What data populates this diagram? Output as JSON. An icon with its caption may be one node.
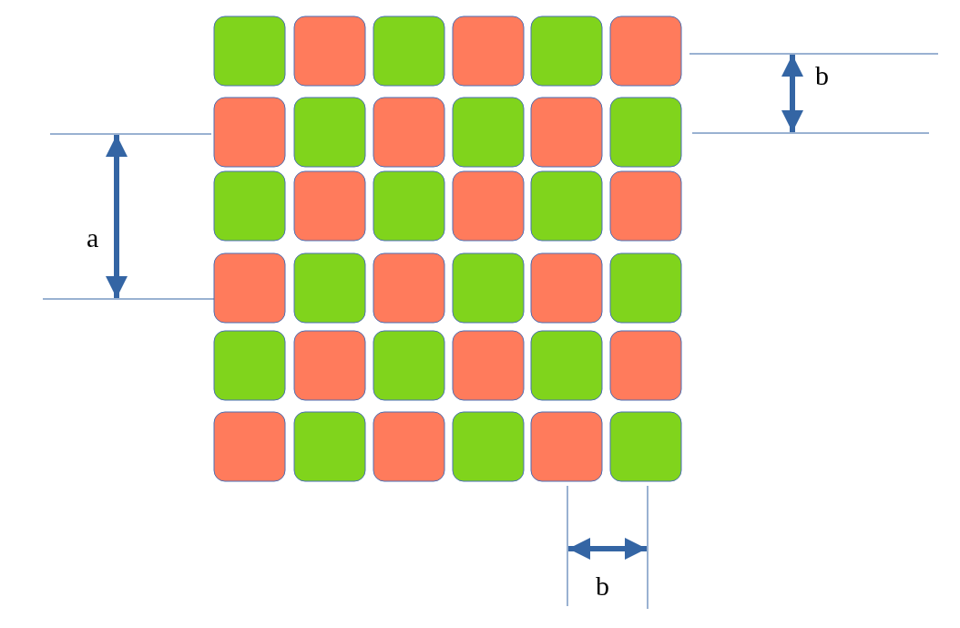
{
  "diagram": {
    "labels": [
      "b",
      "a",
      "b"
    ]
  }
}
